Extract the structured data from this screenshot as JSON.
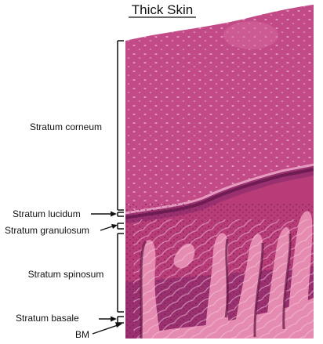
{
  "title": "Thick Skin",
  "labels": {
    "stratum_corneum": "Stratum corneum",
    "stratum_lucidum": "Stratum lucidum",
    "stratum_granulosum": "Stratum granulosum",
    "stratum_spinosum": "Stratum spinosum",
    "stratum_basale": "Stratum basale",
    "bm": "BM"
  },
  "colors": {
    "corneum": "#c24a86",
    "corneum_light": "#d66aa0",
    "deep_epidermis": "#8a2a66",
    "spinosum": "#c3457f",
    "dermis": "#e58ab0",
    "dermis_light": "#f2b3cc",
    "background": "#ffffff"
  }
}
